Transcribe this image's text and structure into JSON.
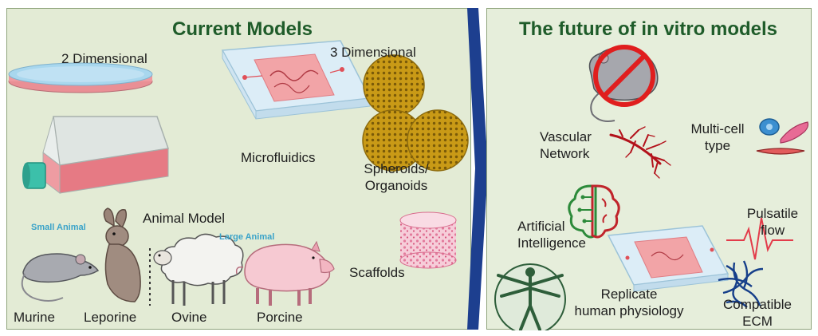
{
  "left_panel": {
    "title": "Current Models",
    "two_dimensional": "2 Dimensional",
    "three_dimensional": "3 Dimensional",
    "microfluidics": "Microfluidics",
    "spheroids": [
      "Spheroids/",
      "Organoids"
    ],
    "scaffolds": "Scaffolds",
    "animal_model": "Animal Model",
    "small_animal": "Small Animal",
    "large_animal": "Large Animal",
    "animals": [
      "Murine",
      "Leporine",
      "Ovine",
      "Porcine"
    ]
  },
  "right_panel": {
    "title": "The future of in vitro models",
    "vascular": [
      "Vascular",
      "Network"
    ],
    "multicell": [
      "Multi-cell",
      "type"
    ],
    "ai": [
      "Artificial",
      "Intelligence"
    ],
    "pulsatile": [
      "Pulsatile",
      "flow"
    ],
    "replicate": [
      "Replicate",
      "human physiology"
    ],
    "ecm": [
      "Compatible",
      "ECM"
    ]
  },
  "colors": {
    "panel_bg": "#e3ebd5",
    "title_green": "#1f5c2a",
    "arrow_blue": "#1d3f8f",
    "category_blue": "#3aa3c9",
    "tissue_pink": "#e9737b",
    "no_sign_red": "#e01e1e"
  },
  "icons": [
    "petri-dish-icon",
    "culture-flask-icon",
    "microfluidic-chip-icon",
    "spheroid-icon",
    "scaffold-icon",
    "mouse-icon",
    "rabbit-icon",
    "sheep-icon",
    "pig-icon",
    "no-rat-icon",
    "vascular-network-icon",
    "cell-types-icon",
    "brain-circuit-icon",
    "pulse-wave-icon",
    "vitruvian-man-icon",
    "ecm-fiber-icon"
  ]
}
